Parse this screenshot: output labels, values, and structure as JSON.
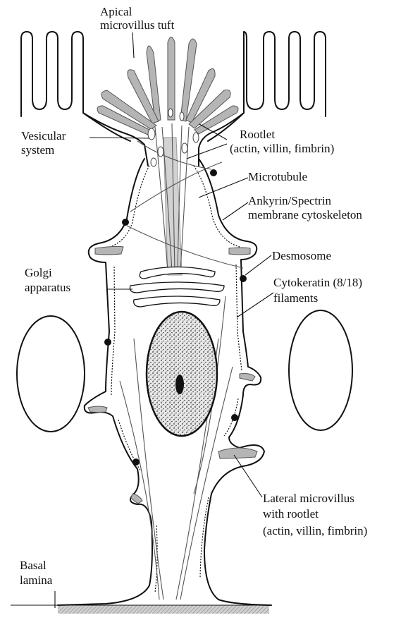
{
  "labels": {
    "apical_1": "Apical",
    "apical_2": "microvillus tuft",
    "vesicular_1": "Vesicular",
    "vesicular_2": "system",
    "rootlet_1": "Rootlet",
    "rootlet_2": "(actin, villin, fimbrin)",
    "microtubule": "Microtubule",
    "ankyrin_1": "Ankyrin/Spectrin",
    "ankyrin_2": "membrane cytoskeleton",
    "desmosome": "Desmosome",
    "golgi_1": "Golgi",
    "golgi_2": "apparatus",
    "cytokeratin_1": "Cytokeratin (8/18)",
    "cytokeratin_2": "filaments",
    "lateral_1": "Lateral microvillus",
    "lateral_2": "with rootlet",
    "lateral_3": "(actin, villin, fimbrin)",
    "basal_1": "Basal",
    "basal_2": "lamina"
  },
  "colors": {
    "ink": "#111111",
    "shading": "#b5b5b5",
    "nucleus_stipple": "#444444"
  }
}
